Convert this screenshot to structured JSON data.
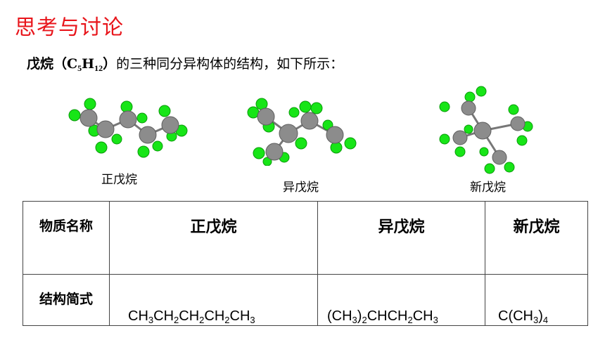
{
  "title": "思考与讨论",
  "intro": {
    "lead": "戊烷（",
    "formula": {
      "c": "C",
      "c_sub": "5",
      "h": "H",
      "h_sub": "12"
    },
    "close": "）",
    "rest": "的三种同分异构体的结构，如下所示："
  },
  "molecules": [
    {
      "label": "正戊烷"
    },
    {
      "label": "异戊烷"
    },
    {
      "label": "新戊烷"
    }
  ],
  "table": {
    "header": [
      "物质名称",
      "正戊烷",
      "异戊烷",
      "新戊烷"
    ],
    "row_label": "结构简式",
    "formulas": [
      {
        "parts": [
          [
            "CH",
            "3"
          ],
          [
            "CH",
            "2"
          ],
          [
            "CH",
            "2"
          ],
          [
            "CH",
            "2"
          ],
          [
            "CH",
            "3"
          ]
        ]
      },
      {
        "parts": [
          [
            "(CH",
            ""
          ],
          [
            "",
            "3"
          ],
          [
            ")",
            ""
          ],
          [
            "",
            "2"
          ],
          [
            "CHCH",
            "2"
          ],
          [
            "CH",
            "3"
          ]
        ]
      },
      {
        "parts": [
          [
            "C(CH",
            "3"
          ],
          [
            ")",
            "4"
          ]
        ]
      }
    ]
  },
  "colors": {
    "title": "#e8151b",
    "carbon": "#8c8c8c",
    "hydrogen": "#17e517"
  }
}
